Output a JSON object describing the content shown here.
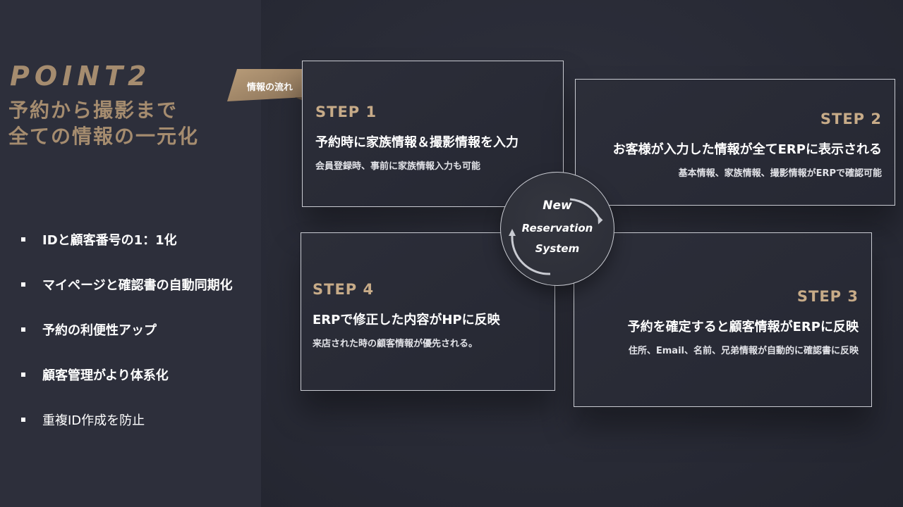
{
  "left": {
    "point": "POINT2",
    "subtitle_line1": "予約から撮影まで",
    "subtitle_line2": "全ての情報の一元化",
    "bullets": [
      "IDと顧客番号の1：1化",
      "マイページと確認書の自動同期化",
      "予約の利便性アップ",
      "顧客管理がより体系化",
      "重複ID作成を防止"
    ]
  },
  "ribbon": {
    "label": "情報の流れ"
  },
  "hub": {
    "line1": "New",
    "line2": "Reservation",
    "line3": "System"
  },
  "steps": [
    {
      "step": "STEP 1",
      "heading": "予約時に家族情報＆撮影情報を入力",
      "desc": "会員登録時、事前に家族情報入力も可能"
    },
    {
      "step": "STEP 2",
      "heading": "お客様が入力した情報が全てERPに表示される",
      "desc": "基本情報、家族情報、撮影情報がERPで確認可能"
    },
    {
      "step": "STEP 3",
      "heading": "予約を確定すると顧客情報がERPに反映",
      "desc": "住所、Email、名前、兄弟情報が自動的に確認書に反映"
    },
    {
      "step": "STEP 4",
      "heading": "ERPで修正した内容がHPに反映",
      "desc": "来店された時の顧客情報が優先される。"
    }
  ],
  "colors": {
    "gold": "#a58c6f",
    "step_gold": "#c7ab88",
    "background": "#2a2c38"
  }
}
